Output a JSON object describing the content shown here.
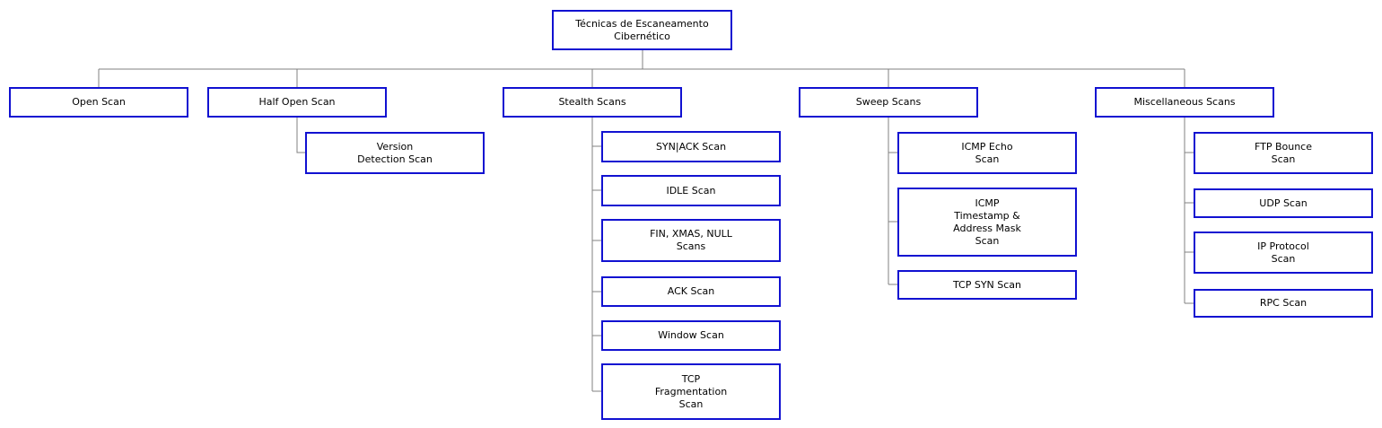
{
  "diagram": {
    "colors": {
      "node_border": "#1111d1",
      "connector": "#808080",
      "text": "#000000",
      "background": "#ffffff"
    },
    "root": {
      "label": "Técnicas de Escaneamento\nCibernético"
    },
    "branches": [
      {
        "label": "Open Scan",
        "children": []
      },
      {
        "label": "Half Open Scan",
        "children": [
          {
            "label": "Version\nDetection Scan"
          }
        ]
      },
      {
        "label": "Stealth Scans",
        "children": [
          {
            "label": "SYN|ACK Scan"
          },
          {
            "label": "IDLE Scan"
          },
          {
            "label": "FIN, XMAS, NULL\nScans"
          },
          {
            "label": "ACK Scan"
          },
          {
            "label": "Window Scan"
          },
          {
            "label": "TCP\nFragmentation\nScan"
          }
        ]
      },
      {
        "label": "Sweep Scans",
        "children": [
          {
            "label": "ICMP Echo\nScan"
          },
          {
            "label": "ICMP\nTimestamp &\nAddress Mask\nScan"
          },
          {
            "label": "TCP SYN Scan"
          }
        ]
      },
      {
        "label": "Miscellaneous Scans",
        "children": [
          {
            "label": "FTP Bounce\nScan"
          },
          {
            "label": "UDP Scan"
          },
          {
            "label": "IP Protocol\nScan"
          },
          {
            "label": "RPC Scan"
          }
        ]
      }
    ]
  }
}
